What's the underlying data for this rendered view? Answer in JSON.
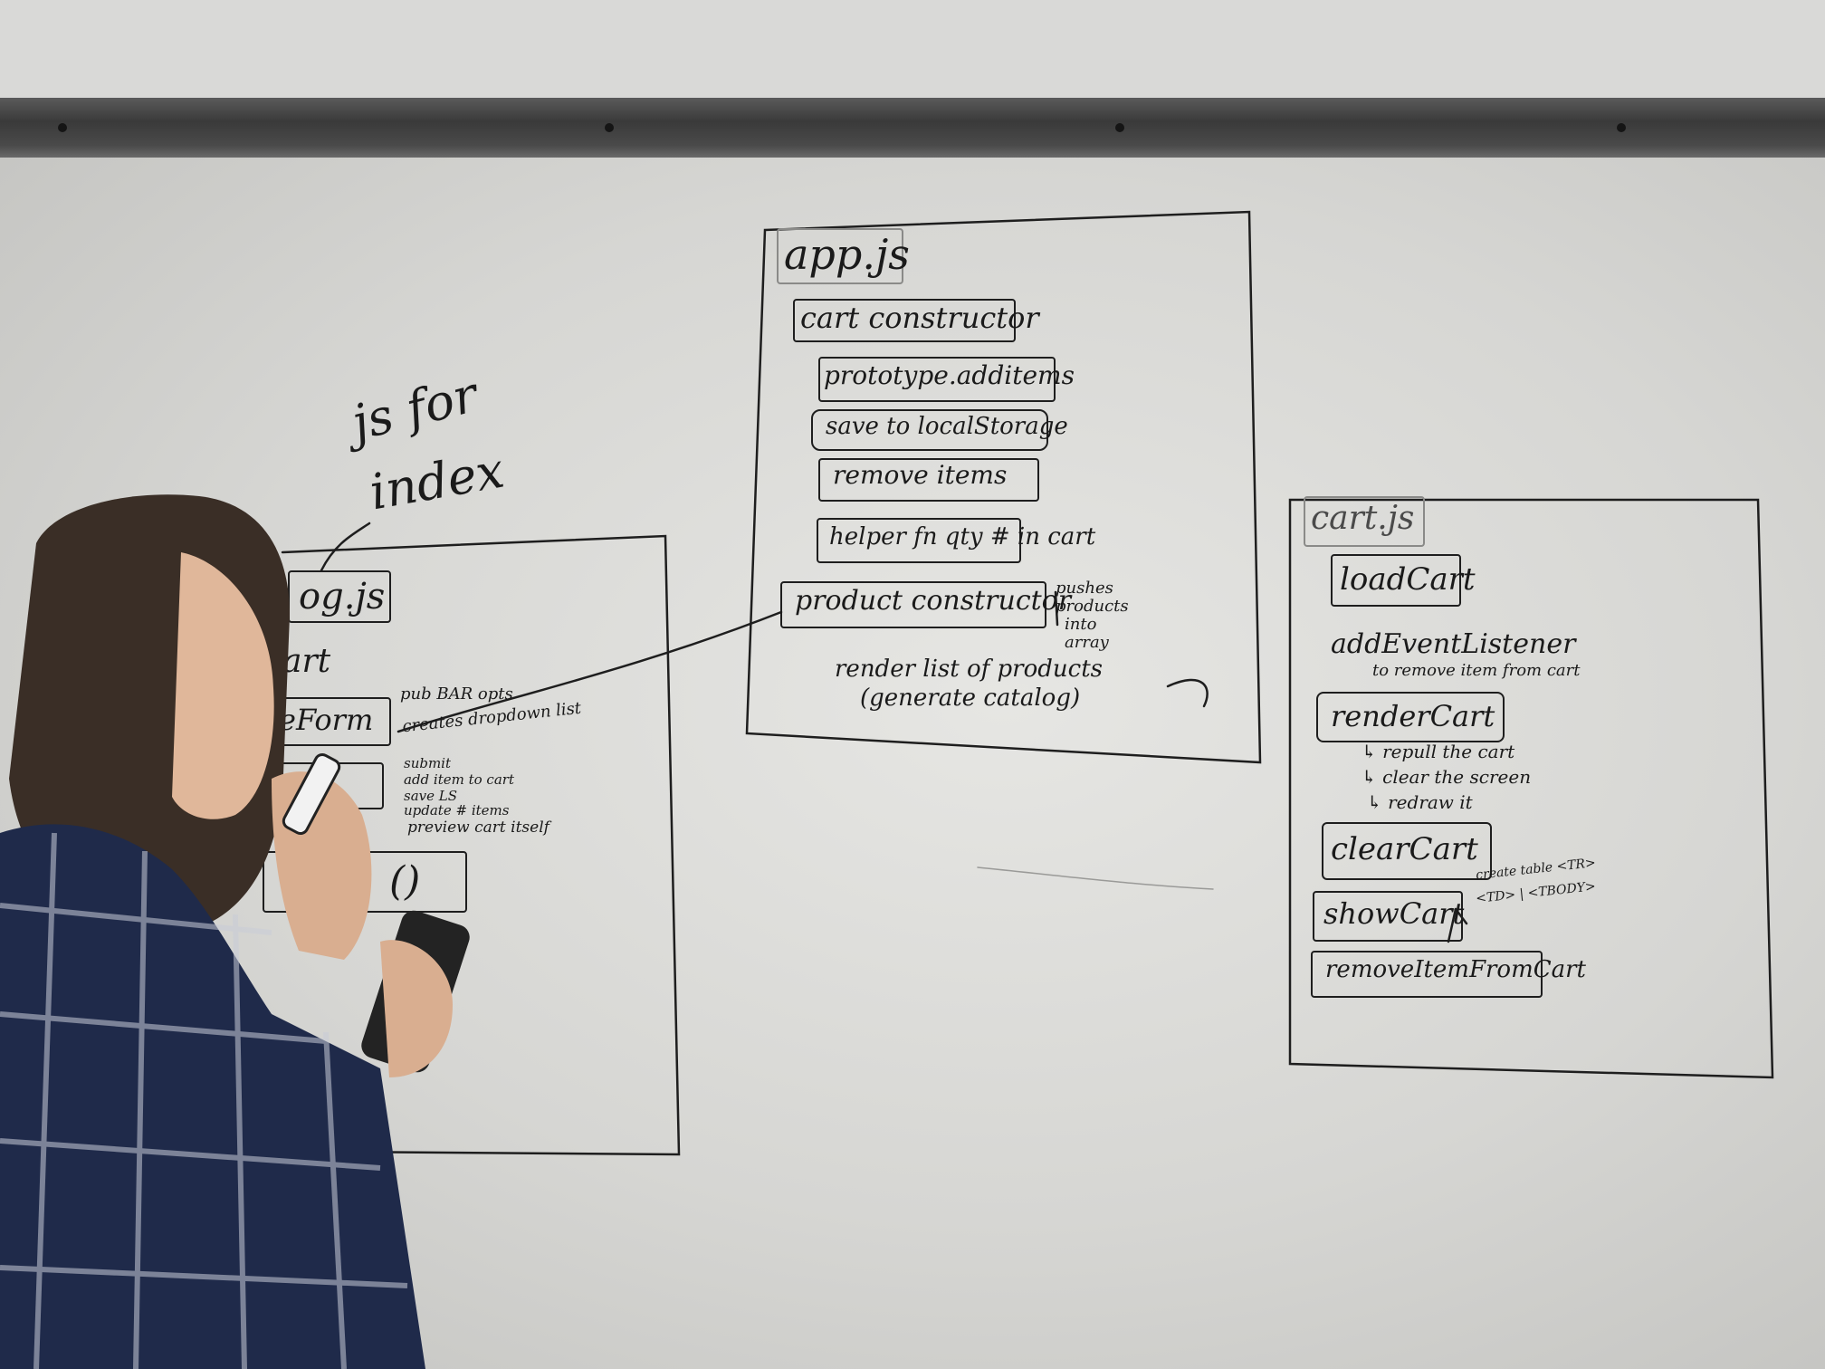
{
  "board": {
    "label_js_for_index": [
      "js for",
      "index"
    ],
    "left": {
      "title": "og.js",
      "lines": [
        "art",
        "eForm",
        "()"
      ],
      "notes": [
        "pub BAR opts",
        "creates dropdown list"
      ],
      "notes_list": [
        "submit",
        "add item to cart",
        "save LS",
        "update # items",
        "preview cart itself"
      ]
    },
    "app": {
      "title": "app.js",
      "cart_ctor": "cart constructor",
      "methods": [
        "prototype.additems",
        "save to localStorage",
        "remove items",
        "helper fn qty # in cart"
      ],
      "product_ctor": "product constructor",
      "product_note": [
        "pushes",
        "products",
        "into",
        "array"
      ],
      "render": [
        "render list of products",
        "(generate catalog)"
      ]
    },
    "cart": {
      "title": "cart.js",
      "load": "loadCart",
      "listener": "addEventListener",
      "listener_note": "to remove item from cart",
      "render": "renderCart",
      "render_steps": [
        "↳ repull the cart",
        "↳ clear the screen",
        "↳ redraw it"
      ],
      "clear": "clearCart",
      "show": "showCart",
      "show_note": [
        "create table <TR>",
        "<TD> | <TBODY>"
      ],
      "remove": "removeItemFromCart"
    }
  },
  "colors": {
    "ink": "#1c1c1c",
    "board": "#e2e2df",
    "rail": "#444444",
    "shirt": "#1f2a4a"
  }
}
